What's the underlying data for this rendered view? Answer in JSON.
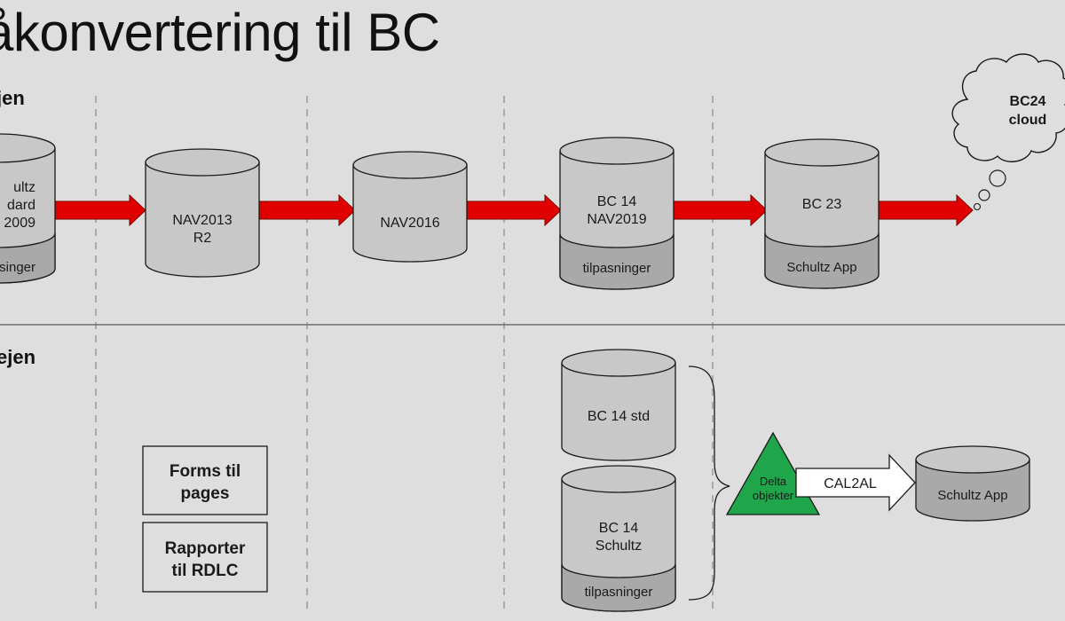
{
  "title": "åkonvertering til BC",
  "sections": {
    "top": "jen",
    "bottom": "ejen"
  },
  "top_row": {
    "cylinders": [
      {
        "top": "ultz\ndard\n2009",
        "band": "singer"
      },
      {
        "top": "NAV2013\nR2",
        "band": ""
      },
      {
        "top": "NAV2016",
        "band": ""
      },
      {
        "top": "BC 14\nNAV2019",
        "band": "tilpasninger"
      },
      {
        "top": "BC 23",
        "band": "Schultz App"
      }
    ],
    "cloud": "BC24\ncloud"
  },
  "bottom_row": {
    "boxes": [
      "Forms til\npages",
      "Rapporter\ntil RDLC"
    ],
    "cylinders": [
      {
        "top": "BC 14 std",
        "band": ""
      },
      {
        "top": "BC 14\nSchultz",
        "band": "tilpasninger"
      }
    ],
    "triangle": "Delta\nobjekter",
    "arrow": "CAL2AL",
    "target": "Schultz App"
  },
  "colors": {
    "background": "#dedede",
    "cylinder": "#c8c8c8",
    "band": "#a9a9a9",
    "arrow_red": "#e00000",
    "triangle_green": "#1fa64a"
  }
}
